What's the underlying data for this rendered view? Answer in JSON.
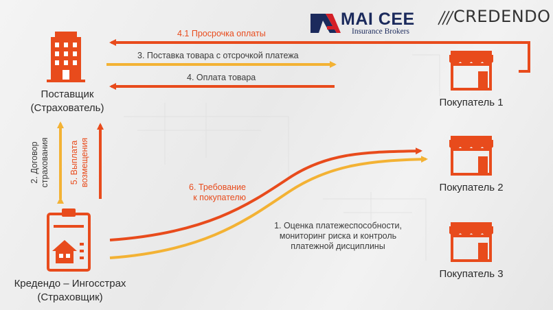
{
  "logos": {
    "maicee_name": "MAI CEE",
    "maicee_subtitle": "Insurance Brokers",
    "credendo_name": "CREDENDO"
  },
  "nodes": {
    "supplier_line1": "Поставщик",
    "supplier_line2": "(Страхователь)",
    "insurer_line1": "Кредендо – Ингосстрах",
    "insurer_line2": "(Страховщик)",
    "buyer1": "Покупатель 1",
    "buyer2": "Покупатель 2",
    "buyer3": "Покупатель 3"
  },
  "edges": {
    "overdue": "4.1 Просрочка оплаты",
    "delivery": "3. Поставка товара с отсрочкой платежа",
    "payment": "4. Оплата товара",
    "contract_line1": "2. Договор",
    "contract_line2": "страхования",
    "compensation_line1": "5. Выплата",
    "compensation_line2": "возмещения",
    "claim_line1": "6. Требование",
    "claim_line2": "к покупателю",
    "assessment_line1": "1. Оценка платежеспособности,",
    "assessment_line2": "мониторинг риска и контроль",
    "assessment_line3": "платежной дисциплины"
  },
  "colors": {
    "orange": "#e84b1c",
    "yellow": "#f3b234",
    "navy": "#1b2a5c",
    "red": "#d42027"
  },
  "icons": {
    "supplier": "building-icon",
    "insurer": "clipboard-house-icon",
    "buyer": "store-icon"
  }
}
